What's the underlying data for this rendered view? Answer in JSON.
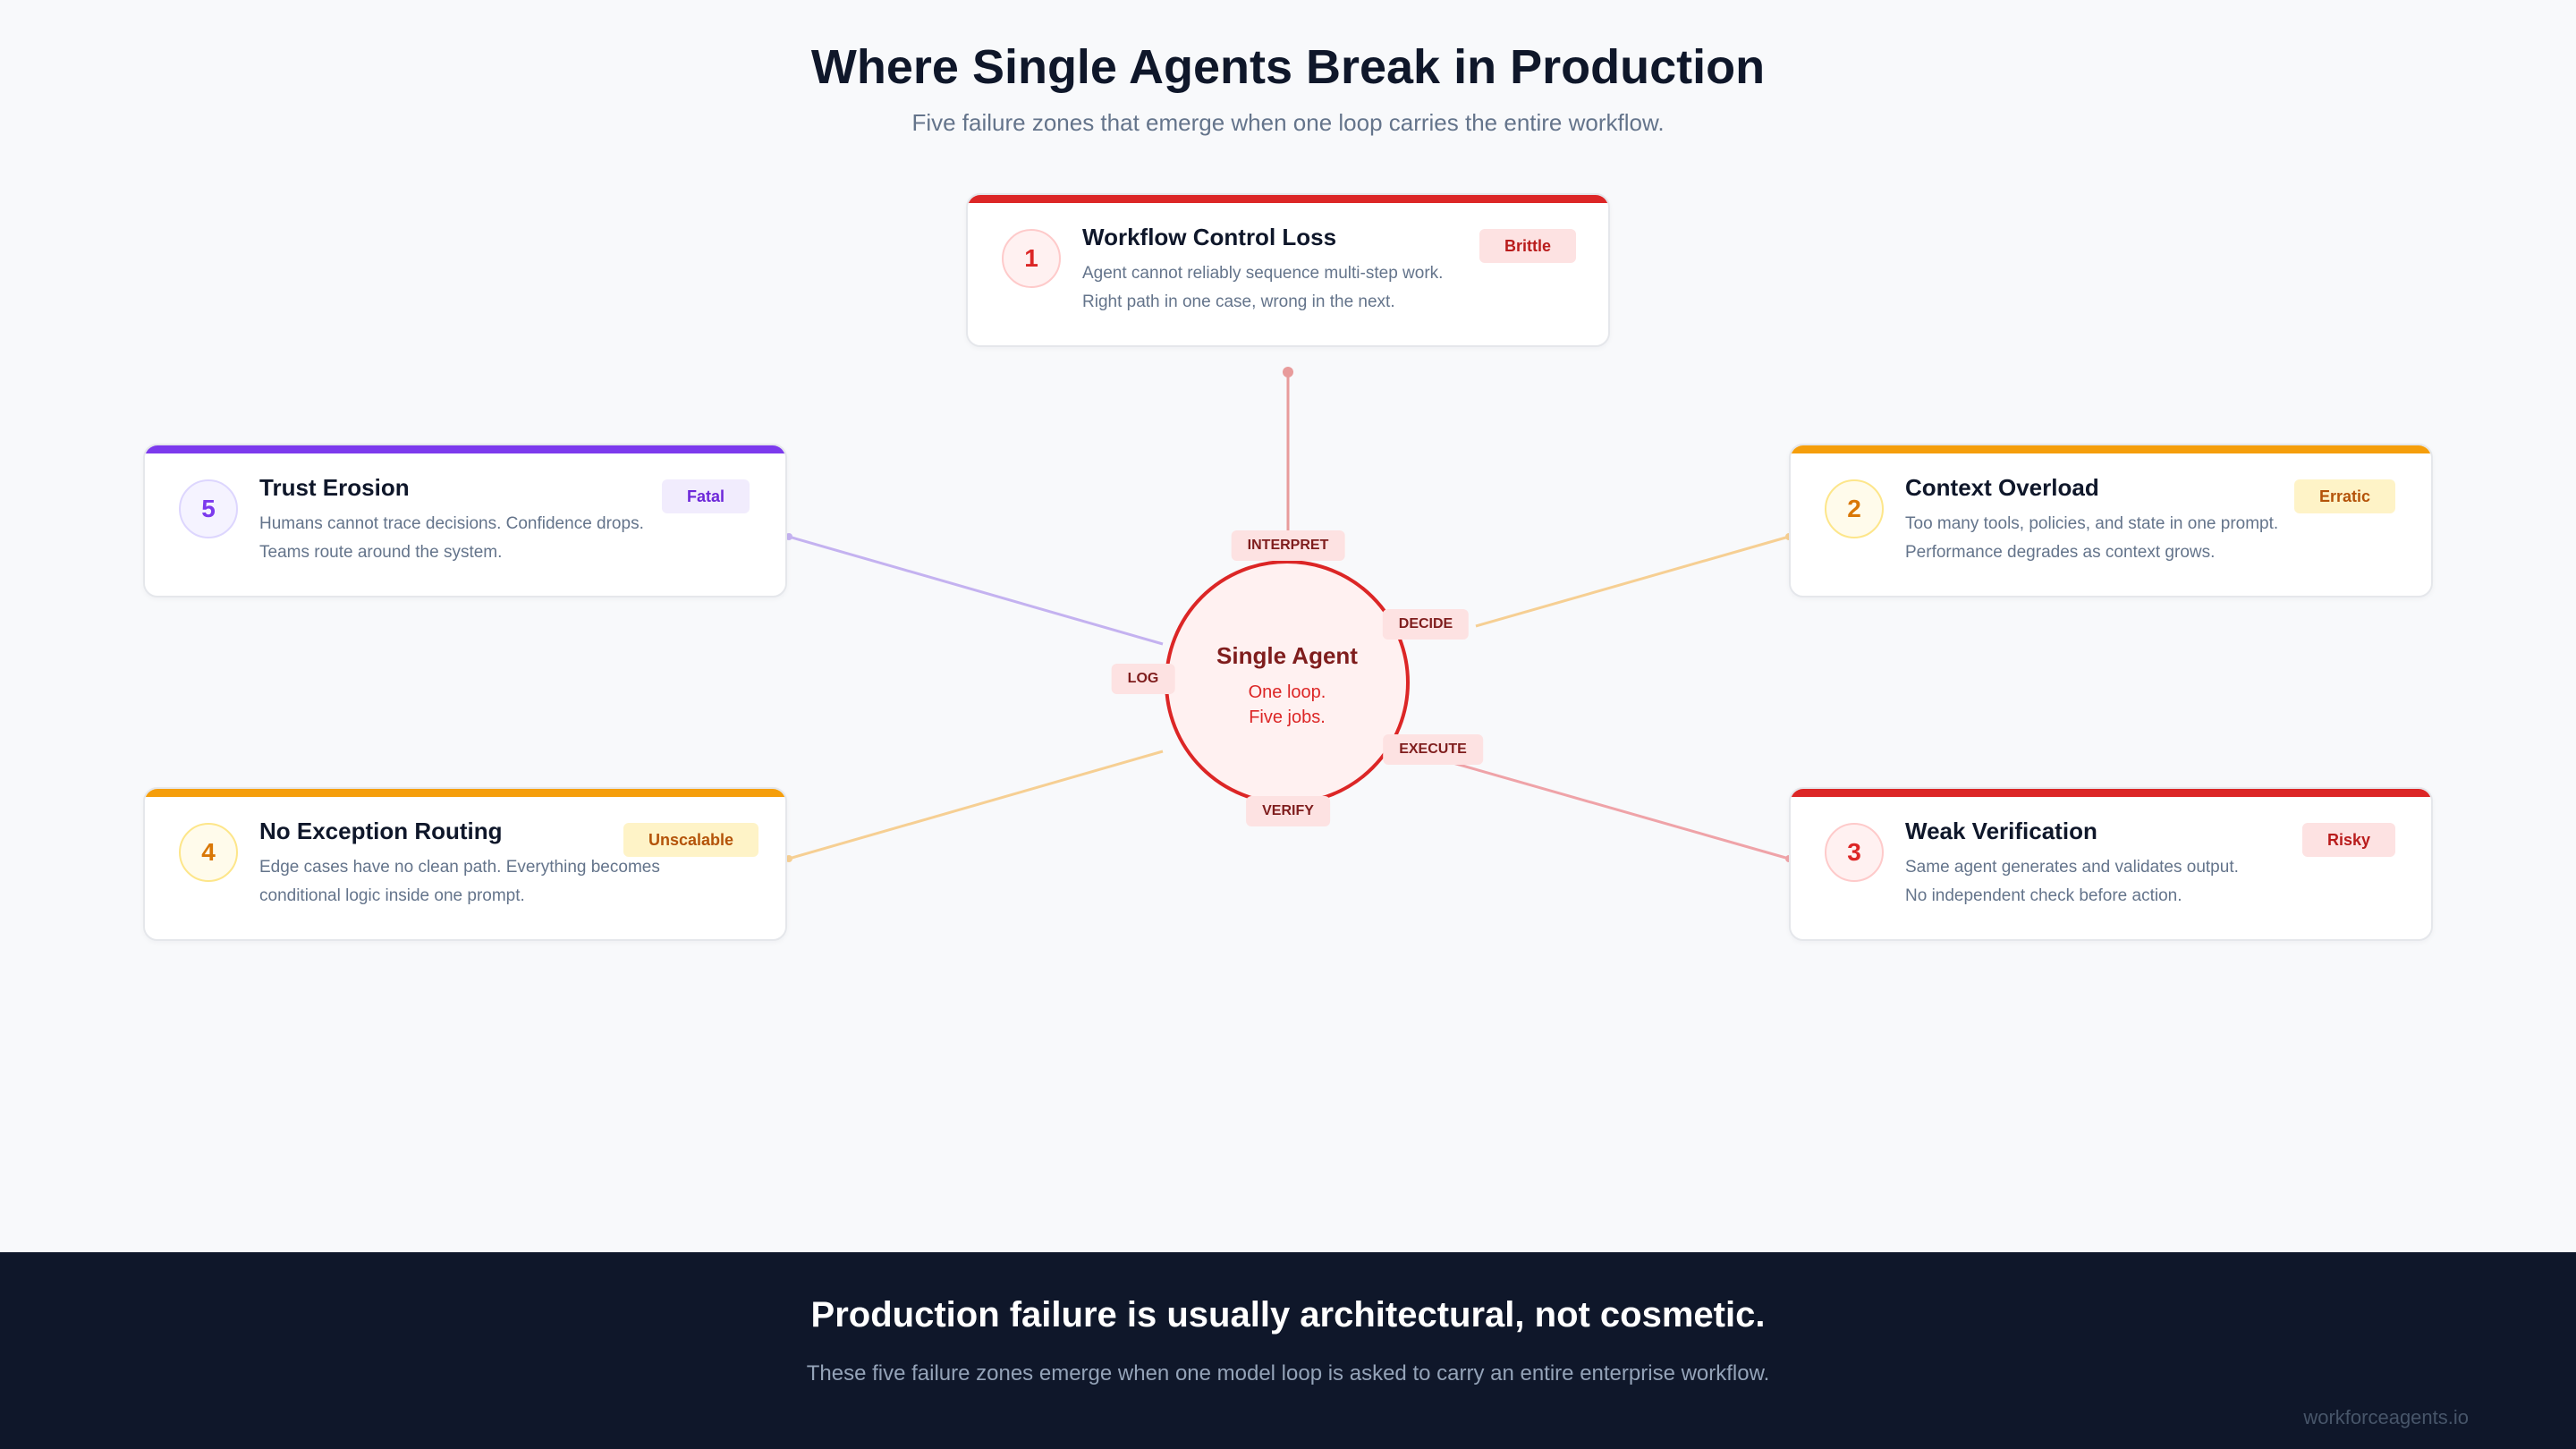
{
  "header": {
    "title": "Where Single Agents Break in Production",
    "subtitle": "Five failure zones that emerge when one loop carries the entire workflow."
  },
  "hub": {
    "title": "Single Agent",
    "line1": "One loop.",
    "line2": "Five jobs.",
    "border_color": "#dc2626"
  },
  "tags": {
    "interpret": "INTERPRET",
    "decide": "DECIDE",
    "execute": "EXECUTE",
    "verify": "VERIFY",
    "log": "LOG"
  },
  "cards": [
    {
      "number": "1",
      "title": "Workflow Control Loss",
      "desc1": "Agent cannot reliably sequence multi-step work.",
      "desc2": "Right path in one case, wrong in the next.",
      "badge": "Brittle",
      "accent": "#dc2626"
    },
    {
      "number": "2",
      "title": "Context Overload",
      "desc1": "Too many tools, policies, and state in one prompt.",
      "desc2": "Performance degrades as context grows.",
      "badge": "Erratic",
      "accent": "#f59e0b"
    },
    {
      "number": "3",
      "title": "Weak Verification",
      "desc1": "Same agent generates and validates output.",
      "desc2": "No independent check before action.",
      "badge": "Risky",
      "accent": "#dc2626"
    },
    {
      "number": "4",
      "title": "No Exception Routing",
      "desc1": "Edge cases have no clean path. Everything becomes",
      "desc2": "conditional logic inside one prompt.",
      "badge": "Unscalable",
      "accent": "#f59e0b"
    },
    {
      "number": "5",
      "title": "Trust Erosion",
      "desc1": "Humans cannot trace decisions. Confidence drops.",
      "desc2": "Teams route around the system.",
      "badge": "Fatal",
      "accent": "#7c3aed"
    }
  ],
  "footer": {
    "title": "Production failure is usually architectural, not cosmetic.",
    "subtitle": "These five failure zones emerge when one model loop is asked to carry an entire enterprise workflow.",
    "brand": "workforceagents.io"
  }
}
